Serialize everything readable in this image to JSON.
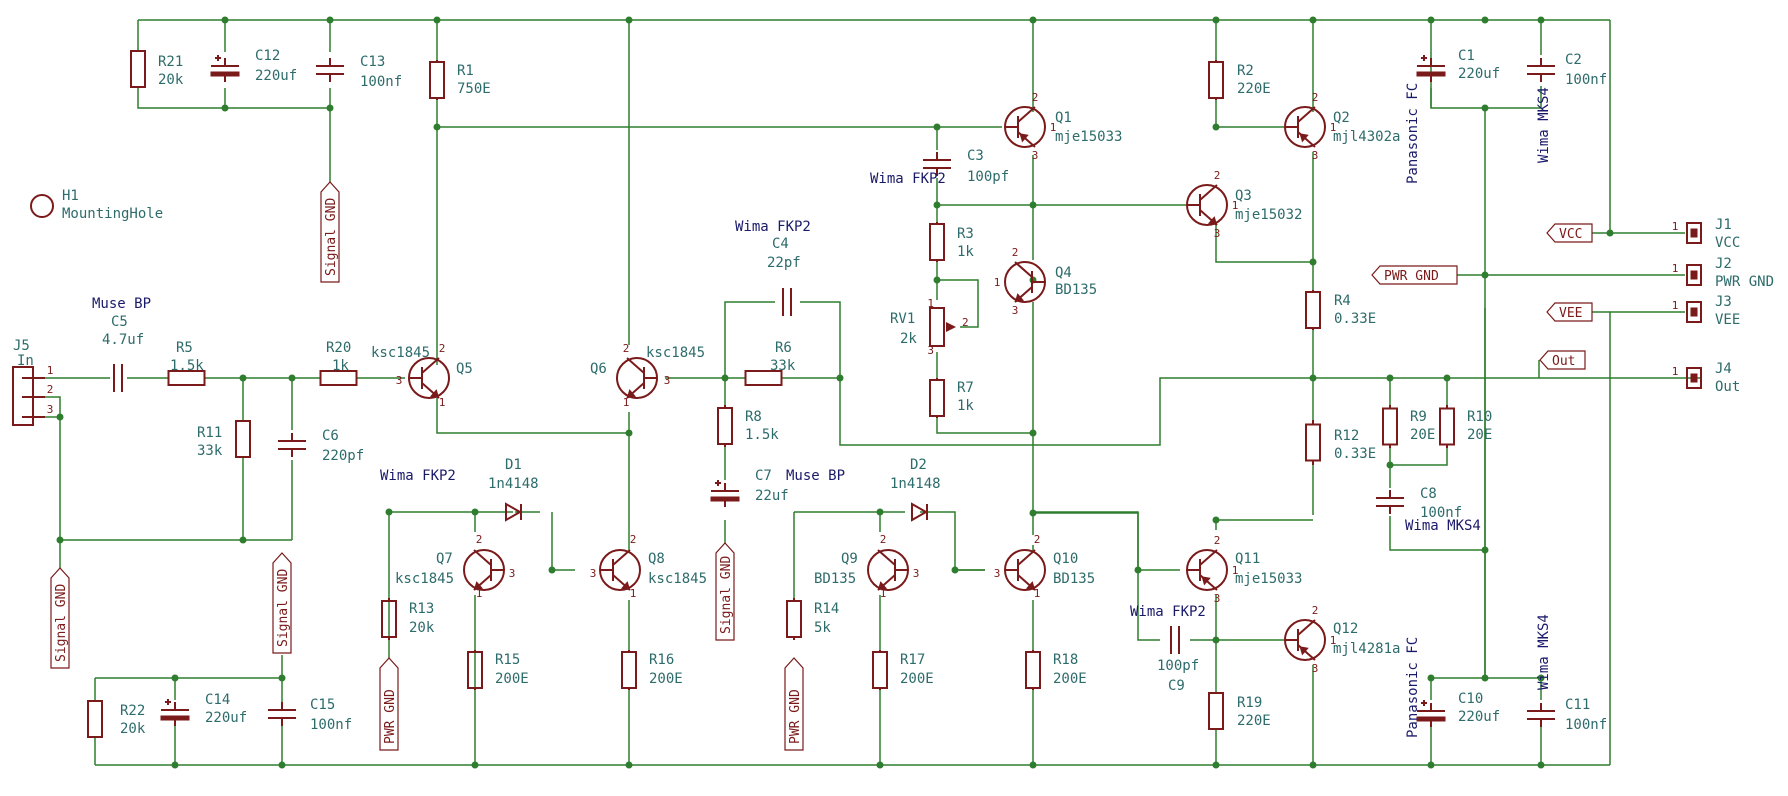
{
  "components": [
    {
      "id": "R21",
      "ref": "R21",
      "value": "20k"
    },
    {
      "id": "C12",
      "ref": "C12",
      "value": "220uf"
    },
    {
      "id": "C13",
      "ref": "C13",
      "value": "100nf"
    },
    {
      "id": "R1",
      "ref": "R1",
      "value": "750E"
    },
    {
      "id": "R2",
      "ref": "R2",
      "value": "220E"
    },
    {
      "id": "C1",
      "ref": "C1",
      "value": "220uf"
    },
    {
      "id": "C2",
      "ref": "C2",
      "value": "100nf"
    },
    {
      "id": "Q1",
      "ref": "Q1",
      "value": "mje15033"
    },
    {
      "id": "Q2",
      "ref": "Q2",
      "value": "mjl4302a"
    },
    {
      "id": "Q3",
      "ref": "Q3",
      "value": "mje15032"
    },
    {
      "id": "Q4",
      "ref": "Q4",
      "value": "BD135"
    },
    {
      "id": "C3",
      "ref": "C3",
      "value": "100pf"
    },
    {
      "id": "R3",
      "ref": "R3",
      "value": "1k"
    },
    {
      "id": "RV1",
      "ref": "RV1",
      "value": "2k"
    },
    {
      "id": "R7",
      "ref": "R7",
      "value": "1k"
    },
    {
      "id": "R4",
      "ref": "R4",
      "value": "0.33E"
    },
    {
      "id": "R12",
      "ref": "R12",
      "value": "0.33E"
    },
    {
      "id": "R9",
      "ref": "R9",
      "value": "20E"
    },
    {
      "id": "R10",
      "ref": "R10",
      "value": "20E"
    },
    {
      "id": "C8",
      "ref": "C8",
      "value": "100nf"
    },
    {
      "id": "H1",
      "ref": "H1",
      "value": "MountingHole"
    },
    {
      "id": "J5",
      "ref": "J5",
      "value": "In"
    },
    {
      "id": "C5",
      "ref": "C5",
      "value": "4.7uf"
    },
    {
      "id": "R5",
      "ref": "R5",
      "value": "1.5k"
    },
    {
      "id": "R20",
      "ref": "R20",
      "value": "1k"
    },
    {
      "id": "R11",
      "ref": "R11",
      "value": "33k"
    },
    {
      "id": "C6",
      "ref": "C6",
      "value": "220pf"
    },
    {
      "id": "Q5",
      "ref": "Q5",
      "value": "ksc1845"
    },
    {
      "id": "Q6",
      "ref": "Q6",
      "value": "ksc1845"
    },
    {
      "id": "C4",
      "ref": "C4",
      "value": "22pf"
    },
    {
      "id": "R6",
      "ref": "R6",
      "value": "33k"
    },
    {
      "id": "R8",
      "ref": "R8",
      "value": "1.5k"
    },
    {
      "id": "C7",
      "ref": "C7",
      "value": "22uf"
    },
    {
      "id": "D1",
      "ref": "D1",
      "value": "1n4148"
    },
    {
      "id": "D2",
      "ref": "D2",
      "value": "1n4148"
    },
    {
      "id": "Q7",
      "ref": "Q7",
      "value": "ksc1845"
    },
    {
      "id": "Q8",
      "ref": "Q8",
      "value": "ksc1845"
    },
    {
      "id": "Q9",
      "ref": "Q9",
      "value": "BD135"
    },
    {
      "id": "Q10",
      "ref": "Q10",
      "value": "BD135"
    },
    {
      "id": "R13",
      "ref": "R13",
      "value": "20k"
    },
    {
      "id": "R14",
      "ref": "R14",
      "value": "5k"
    },
    {
      "id": "R15",
      "ref": "R15",
      "value": "200E"
    },
    {
      "id": "R16",
      "ref": "R16",
      "value": "200E"
    },
    {
      "id": "R17",
      "ref": "R17",
      "value": "200E"
    },
    {
      "id": "R18",
      "ref": "R18",
      "value": "200E"
    },
    {
      "id": "Q11",
      "ref": "Q11",
      "value": "mje15033"
    },
    {
      "id": "Q12",
      "ref": "Q12",
      "value": "mjl4281a"
    },
    {
      "id": "C9",
      "ref": "C9",
      "value": "100pf"
    },
    {
      "id": "R19",
      "ref": "R19",
      "value": "220E"
    },
    {
      "id": "C10",
      "ref": "C10",
      "value": "220uf"
    },
    {
      "id": "C11",
      "ref": "C11",
      "value": "100nf"
    },
    {
      "id": "R22",
      "ref": "R22",
      "value": "20k"
    },
    {
      "id": "C14",
      "ref": "C14",
      "value": "220uf"
    },
    {
      "id": "C15",
      "ref": "C15",
      "value": "100nf"
    },
    {
      "id": "J1",
      "ref": "J1",
      "value": "VCC"
    },
    {
      "id": "J2",
      "ref": "J2",
      "value": "PWR GND"
    },
    {
      "id": "J3",
      "ref": "J3",
      "value": "VEE"
    },
    {
      "id": "J4",
      "ref": "J4",
      "value": "Out"
    }
  ],
  "notes": [
    {
      "id": "n_c5",
      "text": "Muse BP"
    },
    {
      "id": "n_c3",
      "text": "Wima FKP2"
    },
    {
      "id": "n_c4",
      "text": "Wima FKP2"
    },
    {
      "id": "n_c7",
      "text": "Muse BP"
    },
    {
      "id": "n_d1",
      "text": "Wima FKP2"
    },
    {
      "id": "n_c8",
      "text": "Wima MKS4"
    },
    {
      "id": "n_c9",
      "text": "Wima FKP2"
    },
    {
      "id": "n_c1",
      "text": "Panasonic FC"
    },
    {
      "id": "n_c2",
      "text": "Wima MKS4"
    },
    {
      "id": "n_c10",
      "text": "Panasonic FC"
    },
    {
      "id": "n_c11",
      "text": "Wima MKS4"
    }
  ],
  "net_labels": [
    {
      "id": "gnd1",
      "text": "Signal GND"
    },
    {
      "id": "gnd2",
      "text": "Signal GND"
    },
    {
      "id": "gnd3",
      "text": "Signal GND"
    },
    {
      "id": "gnd4",
      "text": "Signal GND"
    },
    {
      "id": "pg1",
      "text": "PWR GND"
    },
    {
      "id": "pg2",
      "text": "PWR GND"
    },
    {
      "id": "pg3",
      "text": "PWR GND"
    },
    {
      "id": "vcc",
      "text": "VCC"
    },
    {
      "id": "vee",
      "text": "VEE"
    },
    {
      "id": "out",
      "text": "Out"
    }
  ],
  "pin_numbers": [
    "1",
    "2",
    "3"
  ]
}
